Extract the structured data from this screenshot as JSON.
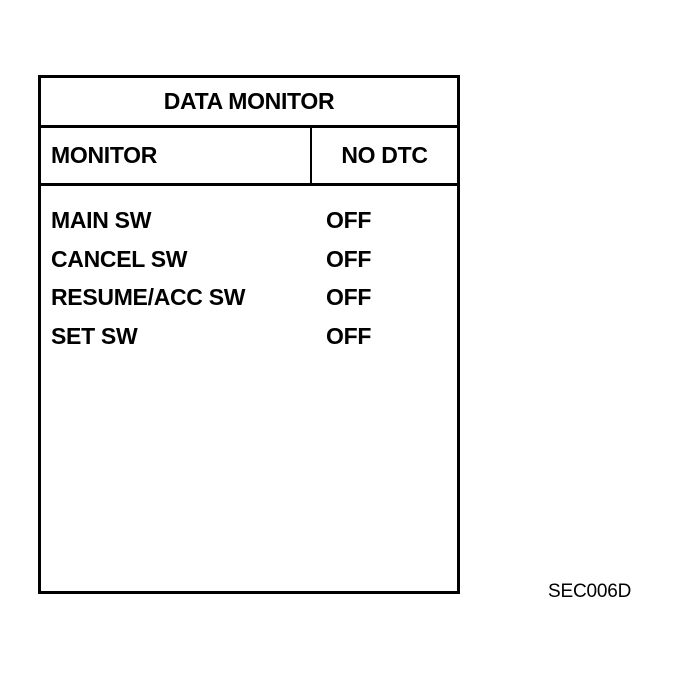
{
  "data_monitor": {
    "title": "DATA MONITOR",
    "header": {
      "left_label": "MONITOR",
      "right_label": "NO DTC"
    },
    "items": [
      {
        "name": "MAIN SW",
        "value": "OFF"
      },
      {
        "name": "CANCEL SW",
        "value": "OFF"
      },
      {
        "name": "RESUME/ACC SW",
        "value": "OFF"
      },
      {
        "name": "SET SW",
        "value": "OFF"
      }
    ]
  },
  "figure_code": "SEC006D"
}
